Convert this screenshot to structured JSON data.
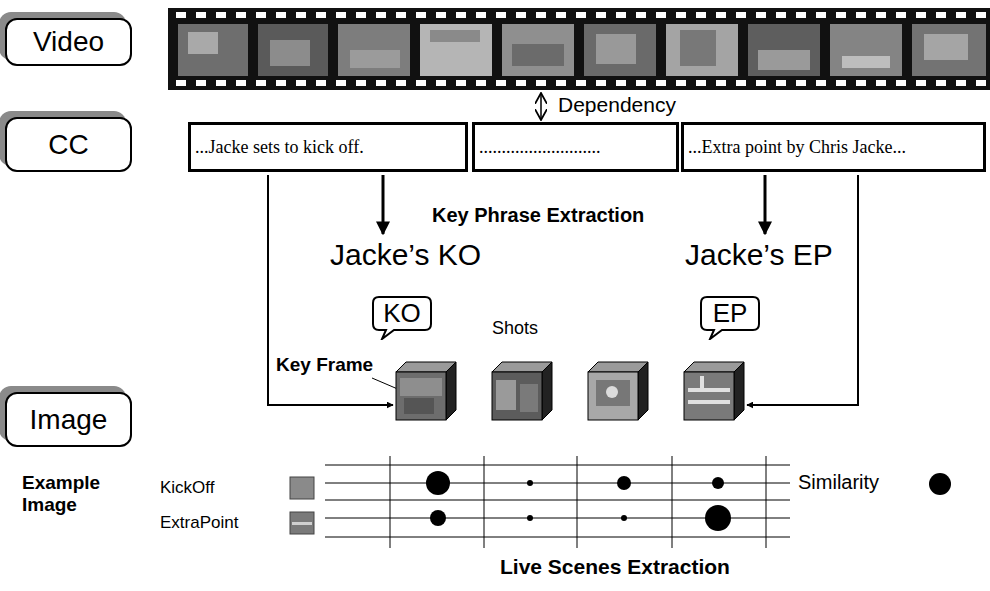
{
  "diagram": {
    "nodes": [
      {
        "text": [
          "Video"
        ]
      },
      {
        "text": [
          "CC"
        ]
      },
      {
        "text": [
          "...Jacke sets to kick off."
        ]
      },
      {
        "text": [
          "..........................."
        ]
      },
      {
        "text": [
          "...Extra point by Chris Jacke..."
        ]
      },
      {
        "text": [
          "KO"
        ]
      },
      {
        "text": [
          "EP"
        ]
      },
      {
        "text": [
          "Image"
        ]
      }
    ],
    "labels": [
      "Dependency",
      "Key Phrase Extraction",
      "Jacke’s KO",
      "Jacke’s EP",
      "Key Frame",
      "Shots",
      "Example Image",
      "KickOff",
      "ExtraPoint",
      "Similarity",
      "Live Scenes Extraction"
    ]
  }
}
